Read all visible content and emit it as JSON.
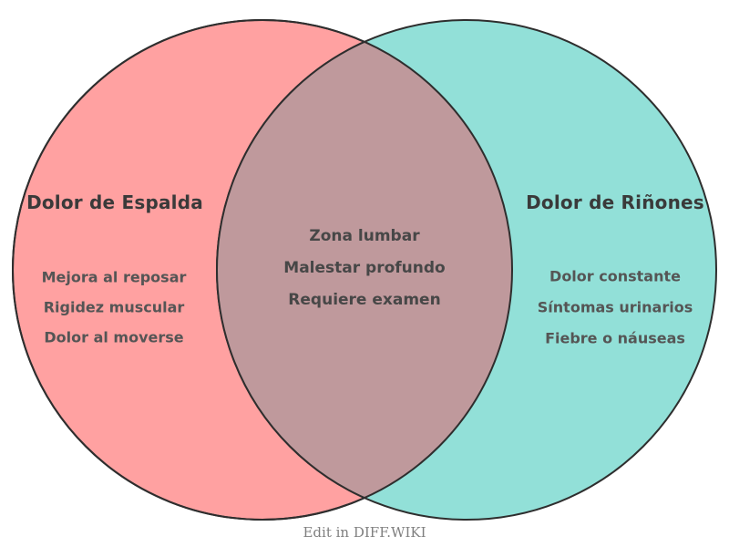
{
  "diagram": {
    "type": "venn",
    "left_circle": {
      "title": "Dolor de Espalda",
      "items": [
        "Mejora al reposar",
        "Rigidez muscular",
        "Dolor al moverse"
      ],
      "fill_color": "#FFA1A1"
    },
    "right_circle": {
      "title": "Dolor de Riñones",
      "items": [
        "Dolor constante",
        "Síntomas urinarios",
        "Fiebre o náuseas"
      ],
      "fill_color": "#92E0D8"
    },
    "intersection": {
      "items": [
        "Zona lumbar",
        "Malestar profundo",
        "Requiere examen"
      ],
      "fill_color": "#BF999C"
    },
    "stroke_color": "#2E2E2E",
    "title_text_color": "#3A3A3A",
    "item_text_color": "#555555",
    "center_text_color": "#474747",
    "footer": {
      "label": "Edit in DIFF.WIKI",
      "text_color": "#808080"
    }
  }
}
